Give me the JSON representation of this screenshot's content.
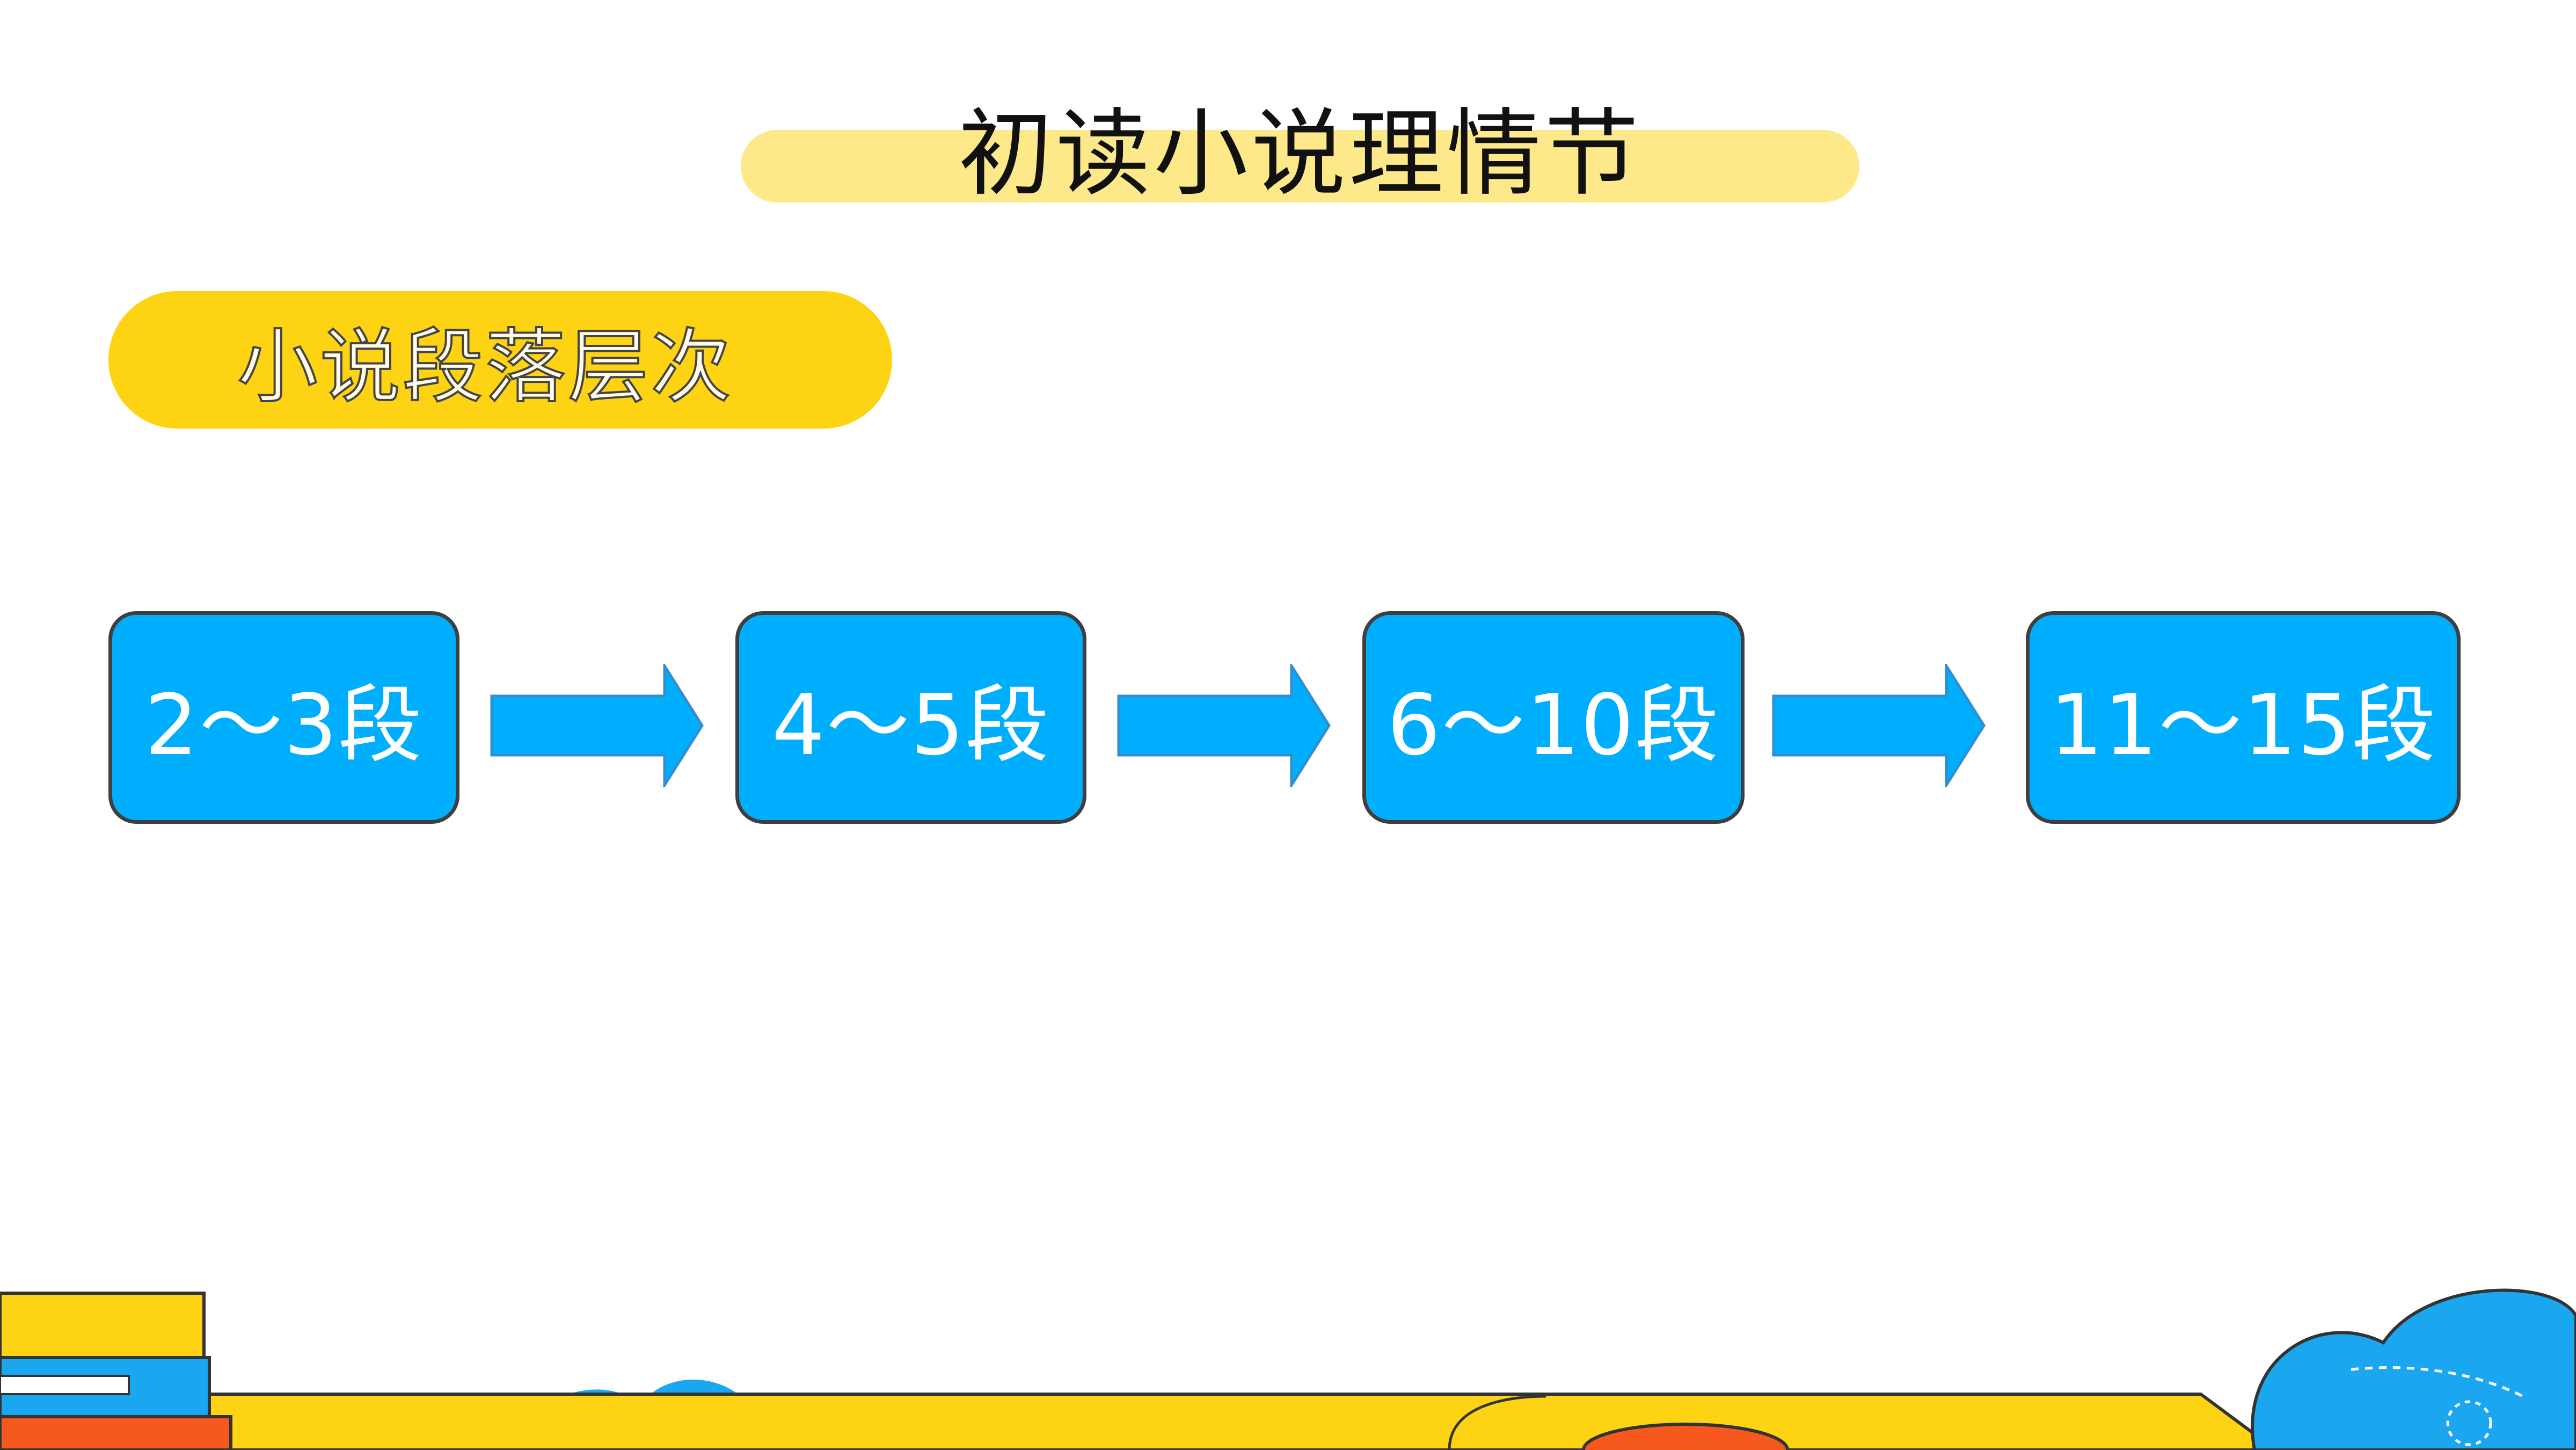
{
  "title": "初读小说理情节",
  "section": {
    "heading": "小说段落层次"
  },
  "flow": {
    "steps": [
      {
        "label": "2～3段"
      },
      {
        "label": "4～5段"
      },
      {
        "label": "6～10段"
      },
      {
        "label": "11～15段"
      }
    ]
  },
  "colors": {
    "title_bar": "#fde98a",
    "section_pill": "#fdd314",
    "step_fill": "#00aefe",
    "step_border": "#3f3f3f",
    "arrow_fill": "#00aefe",
    "arrow_stroke": "#2f8fd0",
    "decor_yellow": "#fdd314",
    "decor_blue": "#1ba7f0",
    "decor_orange": "#f6581e"
  }
}
